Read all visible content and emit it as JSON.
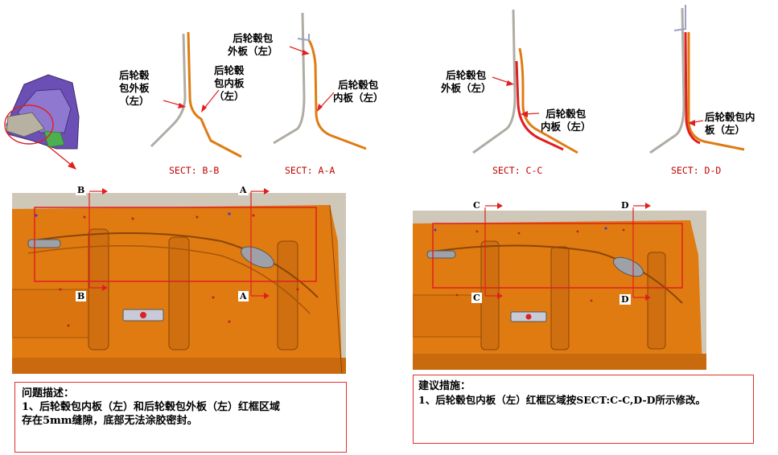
{
  "sections": {
    "bb": {
      "title": "SECT: B-B",
      "outer_label": "后轮毂\n包外板\n（左）",
      "inner_label": "后轮毂\n包内板\n（左）"
    },
    "aa": {
      "title": "SECT: A-A",
      "outer_label": "后轮毂包\n外板（左）",
      "inner_label": "后轮毂包\n内板（左）"
    },
    "cc": {
      "title": "SECT: C-C",
      "outer_label": "后轮毂包\n外板（左）",
      "inner_label": "后轮毂包\n内板（左）"
    },
    "dd": {
      "title": "SECT: D-D",
      "inner_label": "后轮毂包内\n板（左）"
    }
  },
  "markers": {
    "a": "A",
    "b": "B",
    "c": "C",
    "d": "D"
  },
  "problem": {
    "heading": "问题描述：",
    "line1": "1、后轮毂包内板（左）和后轮毂包外板（左）红框区域",
    "line2": "存在5mm缝隙，底部无法涂胶密封。"
  },
  "suggestion": {
    "heading": "建议措施：",
    "line1": "1、后轮毂包内板（左）红框区域按SECT:C-C,D-D所示修改。"
  },
  "colors": {
    "part_orange": "#e07b12",
    "panel_red": "#e02020",
    "frame_red": "#e0302f",
    "outer_gray": "#b0aca4"
  }
}
